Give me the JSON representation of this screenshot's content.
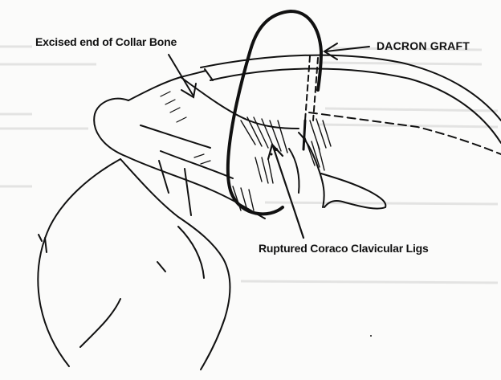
{
  "labels": {
    "collar_bone": "Excised end of Collar Bone",
    "dacron_graft": "DACRON GRAFT",
    "ligaments": "Ruptured Coraco Clavicular Ligs"
  },
  "colors": {
    "ink": "#111111",
    "paper": "#fbfbfa",
    "faint_ink": "#c8c8c8"
  }
}
